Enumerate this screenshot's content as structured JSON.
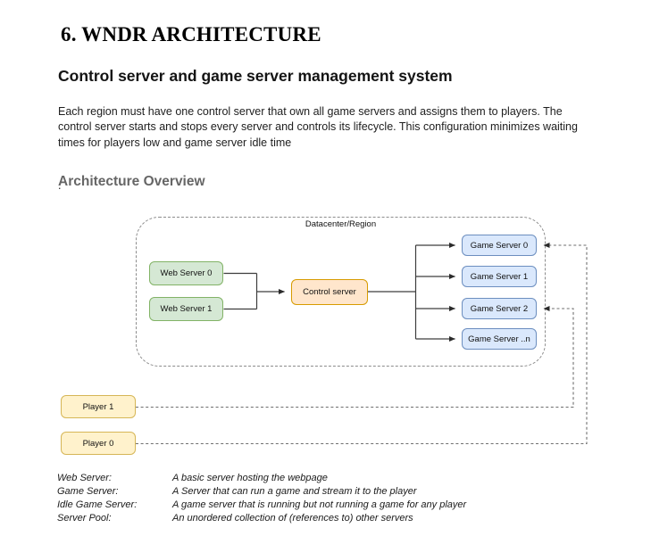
{
  "document": {
    "title": "6. WNDR ARCHITECTURE",
    "subtitle": "Control server and game server management system",
    "paragraph": "Each region must have one control server that own all game servers and assigns them to players. The control server starts and stops every server and controls its lifecycle. This configuration minimizes waiting times for players low and game server idle time",
    "section_heading": "Architecture Overview",
    "stray_period": "."
  },
  "diagram": {
    "container_label": "Datacenter/Region",
    "nodes": {
      "web_server_0": {
        "label": "Web Server 0",
        "fill": "#d5e8d4",
        "border": "#82b366"
      },
      "web_server_1": {
        "label": "Web Server 1",
        "fill": "#d5e8d4",
        "border": "#82b366"
      },
      "control_server": {
        "label": "Control server",
        "fill": "#ffe6cc",
        "border": "#d79b00"
      },
      "game_server_0": {
        "label": "Game Server 0",
        "fill": "#dae8fc",
        "border": "#6c8ebf"
      },
      "game_server_1": {
        "label": "Game Server 1",
        "fill": "#dae8fc",
        "border": "#6c8ebf"
      },
      "game_server_2": {
        "label": "Game Server 2",
        "fill": "#dae8fc",
        "border": "#6c8ebf"
      },
      "game_server_n": {
        "label": "Game Server ..n",
        "fill": "#dae8fc",
        "border": "#6c8ebf"
      },
      "player_1": {
        "label": "Player 1",
        "fill": "#fff2cc",
        "border": "#d6b656"
      },
      "player_0": {
        "label": "Player 0",
        "fill": "#fff2cc",
        "border": "#d6b656"
      }
    },
    "connections": {
      "solid": [
        "Web Server 0 -> Control server",
        "Web Server 1 -> Control server",
        "Control server -> Game Server 0",
        "Control server -> Game Server 1",
        "Control server -> Game Server 2",
        "Control server -> Game Server ..n"
      ],
      "dashed": [
        "Player 1 -> Game Server 2",
        "Player 0 -> Game Server 0"
      ]
    }
  },
  "legend": {
    "rows": [
      {
        "term": "Web Server:",
        "definition": "A basic server hosting the webpage"
      },
      {
        "term": "Game Server:",
        "definition": "A Server that can run a game and stream it to the player"
      },
      {
        "term": "Idle Game Server:",
        "definition": "A game server that is running but not running a game for any player"
      },
      {
        "term": "Server Pool:",
        "definition": "An unordered collection of (references to) other servers"
      }
    ]
  }
}
